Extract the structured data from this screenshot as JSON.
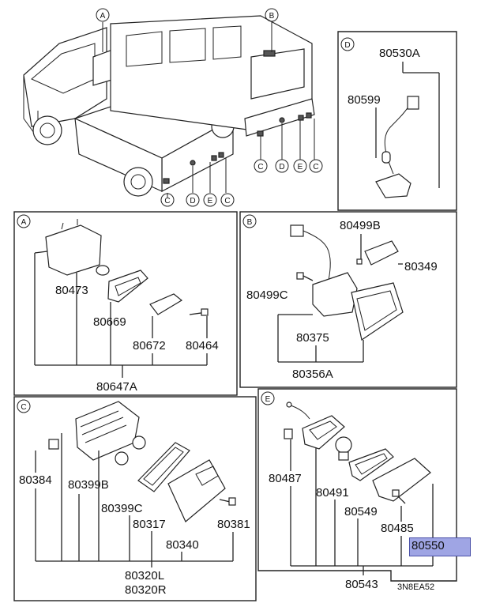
{
  "overview": {
    "callouts": [
      "A",
      "B",
      "C",
      "D",
      "E",
      "C",
      "C",
      "D",
      "E",
      "C"
    ]
  },
  "panel_d": {
    "label": "D",
    "parts": [
      "80530A",
      "80599"
    ]
  },
  "panel_a": {
    "label": "A",
    "parts": [
      "80473",
      "80669",
      "80672",
      "80464",
      "80647A"
    ]
  },
  "panel_b": {
    "label": "B",
    "parts": [
      "80499B",
      "80349",
      "80499C",
      "80375",
      "80356A"
    ]
  },
  "panel_c": {
    "label": "C",
    "parts": [
      "80384",
      "80399B",
      "80399C",
      "80317",
      "80381",
      "80340",
      "80320L",
      "80320R"
    ]
  },
  "panel_e": {
    "label": "E",
    "parts": [
      "80487",
      "80491",
      "80549",
      "80485",
      "80543"
    ]
  },
  "highlight": {
    "part": "80550",
    "color": "#9fa5e4"
  },
  "diagram_code": "3N8EA52"
}
